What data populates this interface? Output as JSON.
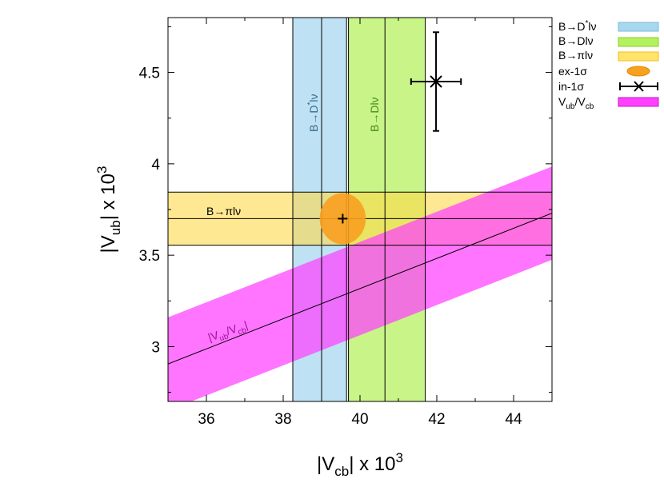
{
  "chart_data": {
    "type": "scatter",
    "xlabel": "|V_cb| x 10^3",
    "ylabel": "|V_ub| x 10^3",
    "xlim": [
      35,
      45
    ],
    "ylim": [
      2.7,
      4.8
    ],
    "xticks": [
      36,
      38,
      40,
      42,
      44
    ],
    "yticks": [
      3,
      3.5,
      4,
      4.5
    ],
    "grid": false,
    "legend_position": "outside-right",
    "colors": {
      "dstar": "#a8d8f0",
      "d": "#b5f060",
      "pi": "#ffd84a",
      "ellipse": "#f8a020",
      "ratio": "#ff40ff",
      "line": "#000000"
    },
    "bands": {
      "dstar": {
        "label": "B→D*lν",
        "x_range": [
          38.25,
          39.65
        ],
        "center": 39.0
      },
      "d": {
        "label": "B→Dlν",
        "x_range": [
          39.7,
          41.7
        ],
        "center": 40.65
      },
      "pi": {
        "label": "B→πlν",
        "y_range": [
          3.555,
          3.845
        ],
        "center": 3.7
      },
      "ratio": {
        "label": "|V_ub/V_cb|",
        "center_line": [
          [
            35,
            2.905
          ],
          [
            45,
            3.73
          ]
        ],
        "halfwidth_y": 0.255
      }
    },
    "ex_fit": {
      "label": "ex-1σ",
      "x": 39.55,
      "y": 3.7,
      "x_halfwidth": 0.6,
      "y_halfwidth": 0.14
    },
    "in_fit": {
      "label": "in-1σ",
      "x": 41.98,
      "y": 4.45,
      "x_err": 0.65,
      "y_err": 0.27
    },
    "legend": [
      "B→D*lν",
      "B→Dlν",
      "B→πlν",
      "ex-1σ",
      "in-1σ",
      "V_ub/V_cb"
    ]
  }
}
